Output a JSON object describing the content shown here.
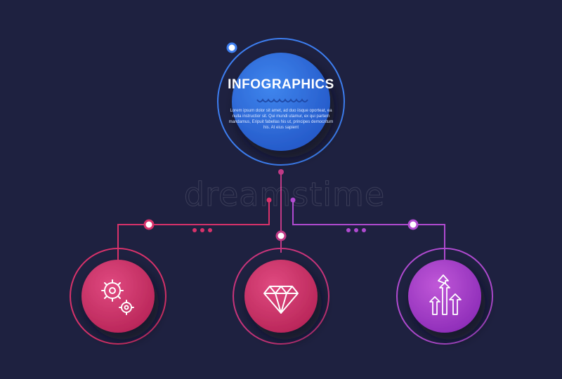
{
  "center": {
    "title": "INFOGRAPHICS",
    "body": "Lorem ipsum dolor sit amet, ad duo iisque oporteat, ea nulla instructior sit. Qui mundi utamur, ex qui partem mandamus, Eripuit fabellas his ut, principes democritum his. At eius sapient"
  },
  "watermark": "dreamstime",
  "nodes": [
    {
      "icon": "gears-icon",
      "color": "#d8326a"
    },
    {
      "icon": "diamond-icon",
      "color": "#d8326a"
    },
    {
      "icon": "growth-arrows-icon",
      "color": "#a83bc8"
    }
  ],
  "colors": {
    "background": "#1e2140",
    "center_fill": "#2f6fd8",
    "center_ring": "#3d7ef0",
    "left_line": "#d8326a",
    "right_line": "#b04ad0"
  }
}
